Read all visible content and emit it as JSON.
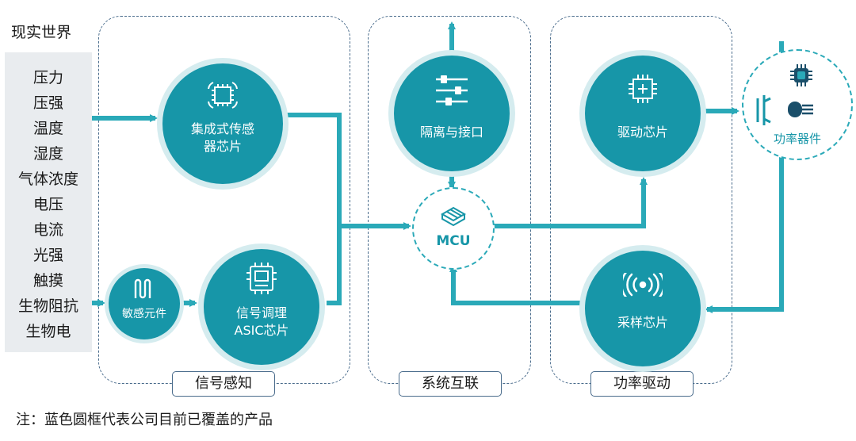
{
  "title": "现实世界",
  "inputs": [
    "压力",
    "压强",
    "温度",
    "湿度",
    "气体浓度",
    "电压",
    "电流",
    "光强",
    "触摸",
    "生物阻抗",
    "生物电"
  ],
  "groups": {
    "signal": "信号感知",
    "system": "系统互联",
    "power": "功率驱动"
  },
  "nodes": {
    "integrated_sensor": [
      "集成式传感",
      "器芯片"
    ],
    "sensitive_element": "敏感元件",
    "asic": [
      "信号调理",
      "ASIC芯片"
    ],
    "isolation": "隔离与接口",
    "mcu": "MCU",
    "driver": "驱动芯片",
    "sampling": "采样芯片",
    "power_device": "功率器件"
  },
  "note": "注：蓝色圆框代表公司目前已覆盖的产品",
  "colors": {
    "node": "#1796a8",
    "node_halo": "#d5ecef",
    "arrow": "#2aa9b8",
    "group_border": "#4a6c8c",
    "sidebar": "#e9ecef"
  }
}
